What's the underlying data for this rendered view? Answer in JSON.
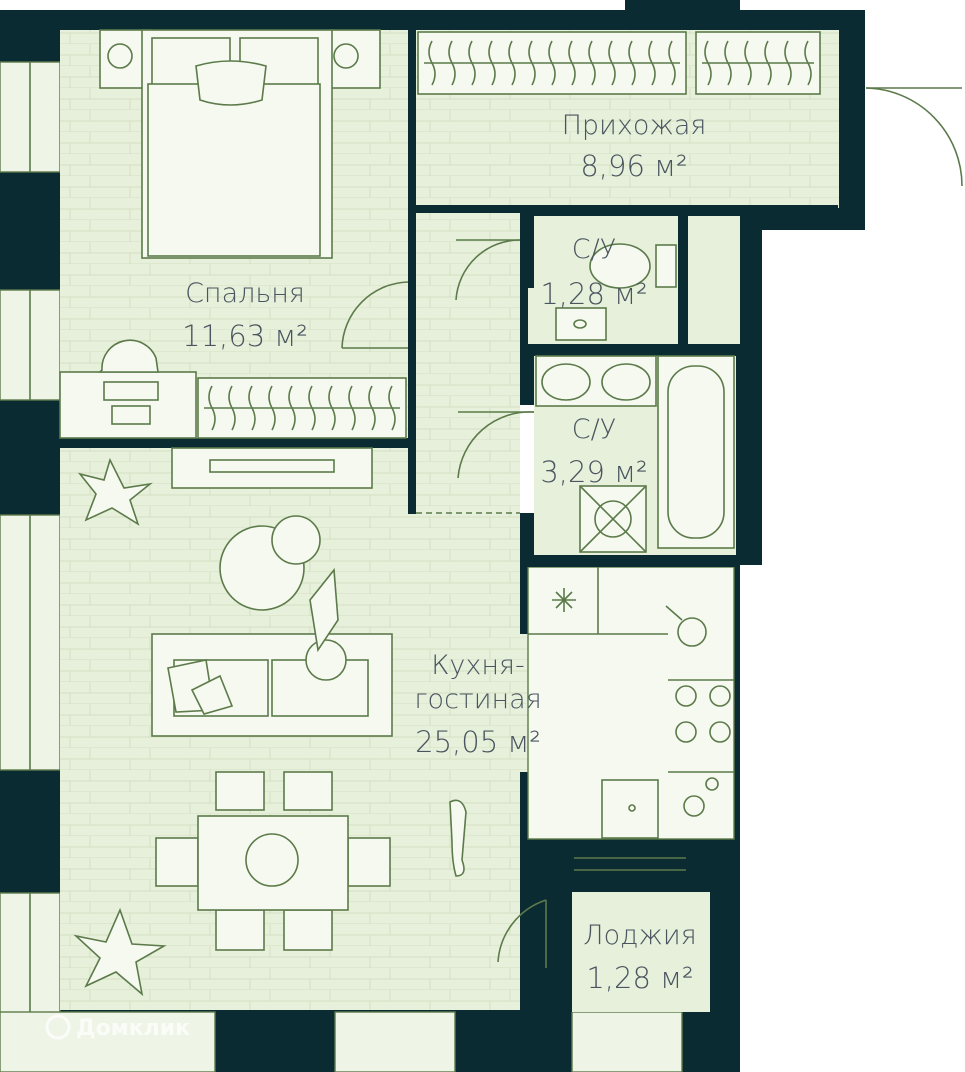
{
  "rooms": {
    "hallway": {
      "name": "Прихожая",
      "area": "8,96 м²"
    },
    "bedroom": {
      "name": "Спальня",
      "area": "11,63 м²"
    },
    "bath_small": {
      "name": "С/У",
      "area": "1,28 м²"
    },
    "bath_large": {
      "name": "С/У",
      "area": "3,29 м²"
    },
    "living_line1": "Кухня-",
    "living_line2": "гостиная",
    "living_area": "25,05 м²",
    "loggia": {
      "name": "Лоджия",
      "area": "1,28 м²"
    }
  },
  "watermark": "Домклик",
  "colors": {
    "wall": "#0b2b33",
    "floor": "#e7f0da",
    "line": "#5c7a4a",
    "text": "#4a5560"
  }
}
